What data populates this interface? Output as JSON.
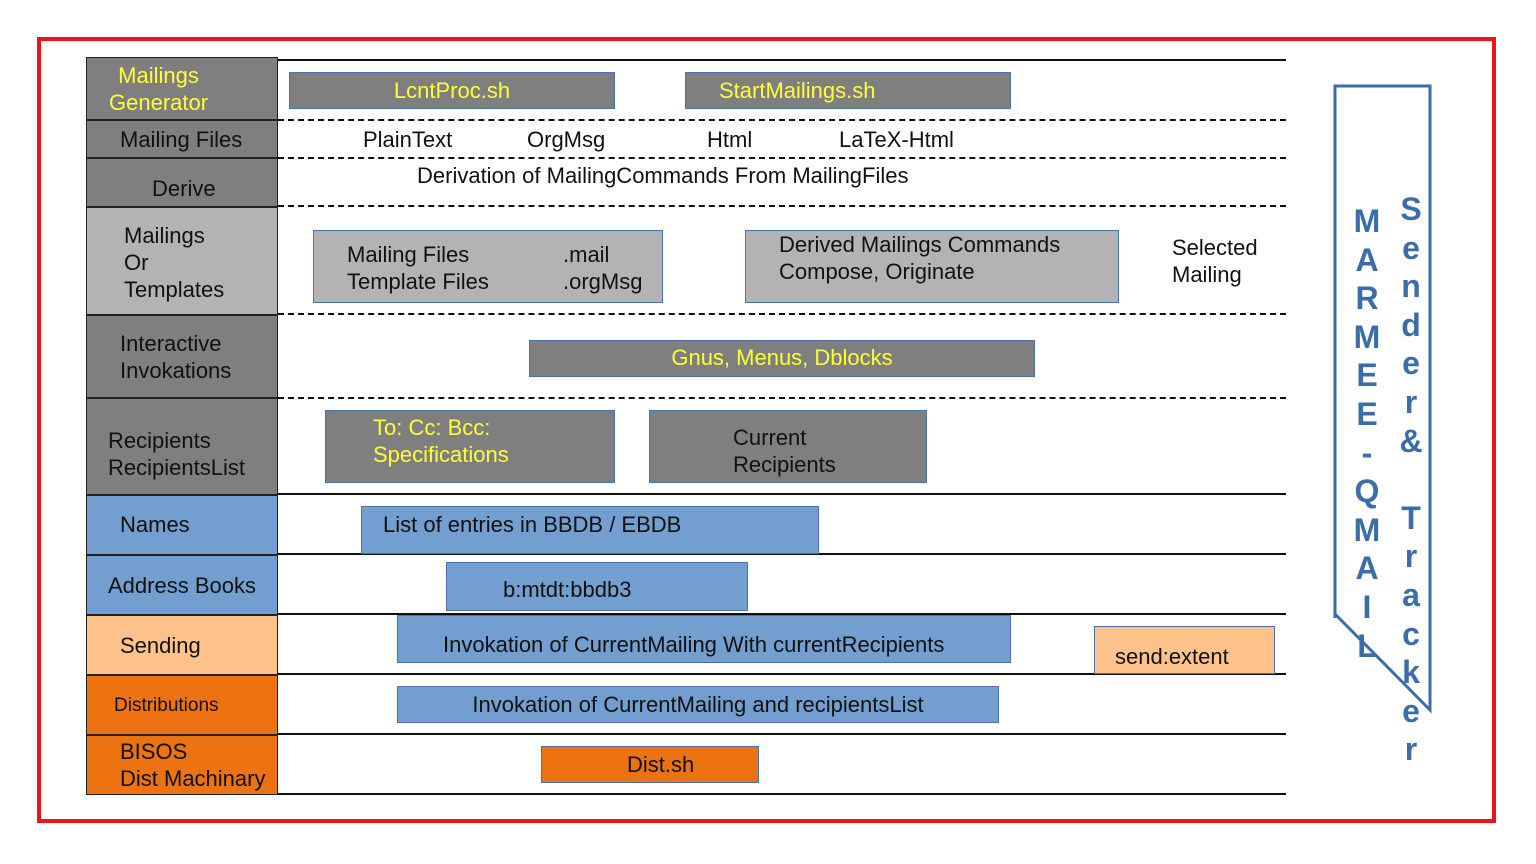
{
  "colors": {
    "frame": "#e8141e",
    "dark_gray": "#7f7f7f",
    "light_gray": "#b3b3b3",
    "blue": "#729fcf",
    "peach": "#ffc28a",
    "orange": "#ed7211",
    "yellow_text": "#ffff38",
    "banner": "#3b6ea8"
  },
  "rows": {
    "mailings_generator": "Mailings\nGenerator",
    "mailing_files": "Mailing Files",
    "derive": "Derive",
    "mailings_or_templates": "Mailings\nOr\nTemplates",
    "interactive_invokations": "Interactive\nInvokations",
    "recipients": "Recipients\nRecipientsList",
    "names": "Names",
    "address_books": "Address Books",
    "sending": "Sending",
    "distributions": "Distributions",
    "bisos": "BISOS\nDist Machinary"
  },
  "cells": {
    "lcntproc": "LcntProc.sh",
    "startmailings": "StartMailings.sh",
    "plaintext": "PlainText",
    "orgmsg": "OrgMsg",
    "html": "Html",
    "latex_html": "LaTeX-Html",
    "derivation": "Derivation of MailingCommands From MailingFiles",
    "mailing_files_box": "Mailing Files\nTemplate Files",
    "mail_ext": ".mail\n.orgMsg",
    "derived_commands": "Derived Mailings Commands\nCompose, Originate",
    "selected_mailing": "Selected\nMailing",
    "gnus": "Gnus, Menus, Dblocks",
    "to_cc_bcc": "To: Cc: Bcc:\nSpecifications",
    "current_recipients": "Current\nRecipients",
    "bbdb_list": "List of entries in  BBDB / EBDB",
    "mtdt": "b:mtdt:bbdb3",
    "invokation_current": "Invokation of CurrentMailing With currentRecipients",
    "send_extent": "send:extent",
    "invokation_list": "Invokation of CurrentMailing and recipientsList",
    "dist_sh": "Dist.sh"
  },
  "banner": {
    "left_col": [
      "M",
      "A",
      "R",
      "M",
      "E",
      "E",
      "-",
      "Q",
      "M",
      "A",
      "I",
      "L"
    ],
    "right_col": [
      "S",
      "e",
      "n",
      "d",
      "e",
      "r",
      "&",
      "",
      "T",
      "r",
      "a",
      "c",
      "k",
      "e",
      "r"
    ]
  }
}
